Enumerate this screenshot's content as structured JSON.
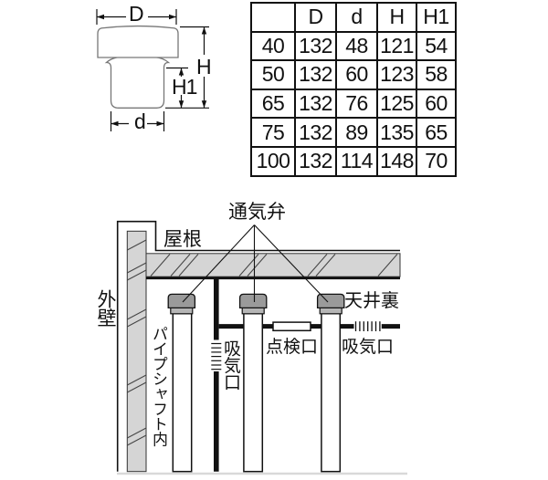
{
  "dimension_drawing": {
    "labels": {
      "diameter_top": "D",
      "height_total": "H",
      "height_body": "H1",
      "diameter_bottom": "d"
    }
  },
  "spec_table": {
    "headers": [
      "",
      "D",
      "d",
      "H",
      "H1"
    ],
    "rows": [
      [
        "40",
        "132",
        "48",
        "121",
        "54"
      ],
      [
        "50",
        "132",
        "60",
        "123",
        "58"
      ],
      [
        "65",
        "132",
        "76",
        "125",
        "60"
      ],
      [
        "75",
        "132",
        "89",
        "135",
        "65"
      ],
      [
        "100",
        "132",
        "114",
        "148",
        "70"
      ]
    ]
  },
  "installation_diagram": {
    "labels": {
      "vent_valve": "通気弁",
      "roof": "屋根",
      "exterior_wall": "外壁",
      "ceiling_space": "天井裏",
      "pipe_shaft": "パイプシャフト内",
      "intake_port_shaft": "吸気口",
      "inspection_port": "点検口",
      "intake_port_ceiling": "吸気口"
    }
  },
  "colors": {
    "line_black": "#111111",
    "drawing_outline_gray": "#777777",
    "valve_cap_gray": "#9a9a9a",
    "valve_collar_gray": "#b5b5b5",
    "concrete_gray": "#d5d5d5"
  }
}
